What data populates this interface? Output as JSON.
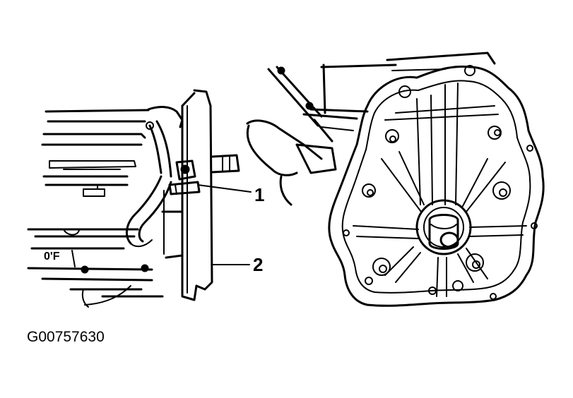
{
  "figure": {
    "id": "G00757630"
  },
  "callouts": [
    {
      "label": "1"
    },
    {
      "label": "2"
    }
  ],
  "marks": {
    "case_stamp": "0'F"
  }
}
